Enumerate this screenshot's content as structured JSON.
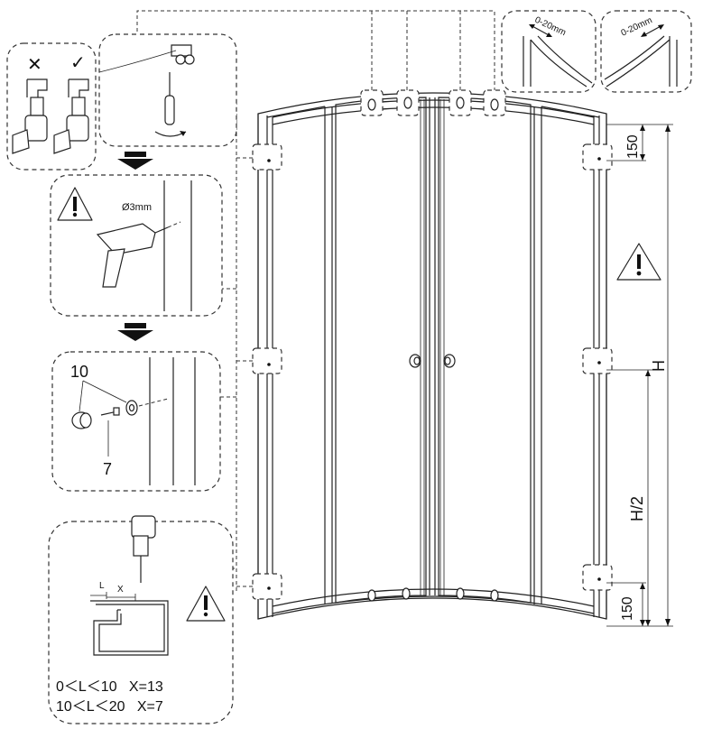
{
  "drill_bit_label": "Ø3mm",
  "adjust_range_label": "0-20mm",
  "screw_part_number": "7",
  "cap_part_number": "10",
  "offset_L_label": "L",
  "offset_X_label": "X",
  "rule_1": "0＜L＜10   X=13",
  "rule_2": "10＜L＜20   X=7",
  "dim_top": "150",
  "dim_bottom": "150",
  "dim_height": "H",
  "dim_half_height": "H/2",
  "wrong_mark": "✕",
  "right_mark": "✓"
}
